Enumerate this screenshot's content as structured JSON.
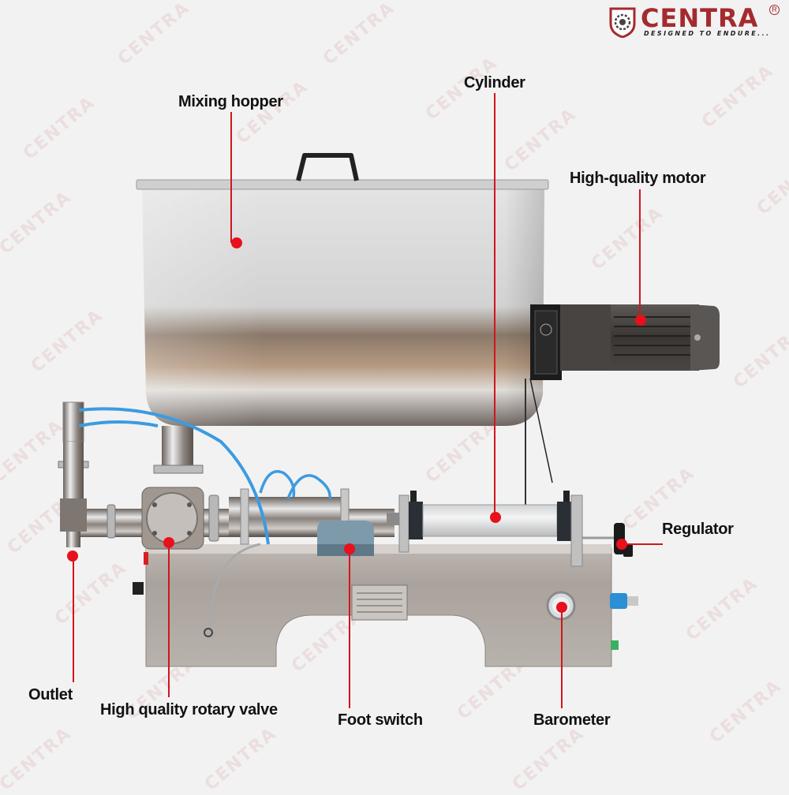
{
  "brand": {
    "name": "CENTRA",
    "tagline": "DESIGNED TO ENDURE...",
    "trademark": "R",
    "color": "#a52a2e"
  },
  "watermark": {
    "text": "CENTRA",
    "color": "#e6b8b8"
  },
  "diagram": {
    "subject": "Piston paste filling machine with mixing hopper",
    "accent_color": "#e8101c",
    "labels": [
      {
        "id": "mixing-hopper",
        "text": "Mixing hopper"
      },
      {
        "id": "cylinder",
        "text": "Cylinder"
      },
      {
        "id": "high-quality-motor",
        "text": "High-quality motor"
      },
      {
        "id": "regulator",
        "text": "Regulator"
      },
      {
        "id": "outlet",
        "text": "Outlet"
      },
      {
        "id": "rotary-valve",
        "text": "High quality rotary valve"
      },
      {
        "id": "foot-switch",
        "text": "Foot switch"
      },
      {
        "id": "barometer",
        "text": "Barometer"
      }
    ]
  }
}
